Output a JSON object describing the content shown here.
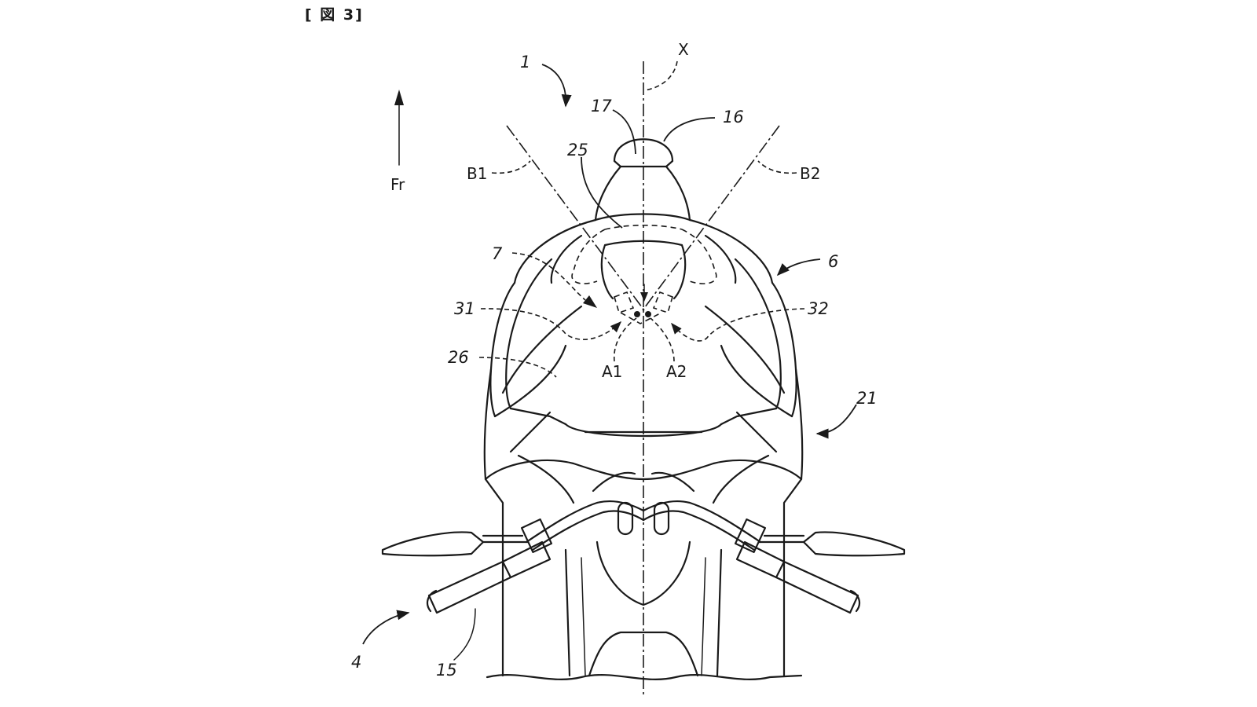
{
  "figure": {
    "title": "[ 図 3]"
  },
  "labels": {
    "assembly": "1",
    "axis": "X",
    "front": "Fr",
    "line_left": "B1",
    "line_right": "B2",
    "point_left": "A1",
    "point_right": "A2",
    "steering": "4",
    "front_body": "6",
    "component_7": "7",
    "grip": "15",
    "headlamp": "16",
    "part_17": "17",
    "body": "21",
    "part_25": "25",
    "part_26": "26",
    "sensor_left": "31",
    "sensor_right": "32"
  }
}
